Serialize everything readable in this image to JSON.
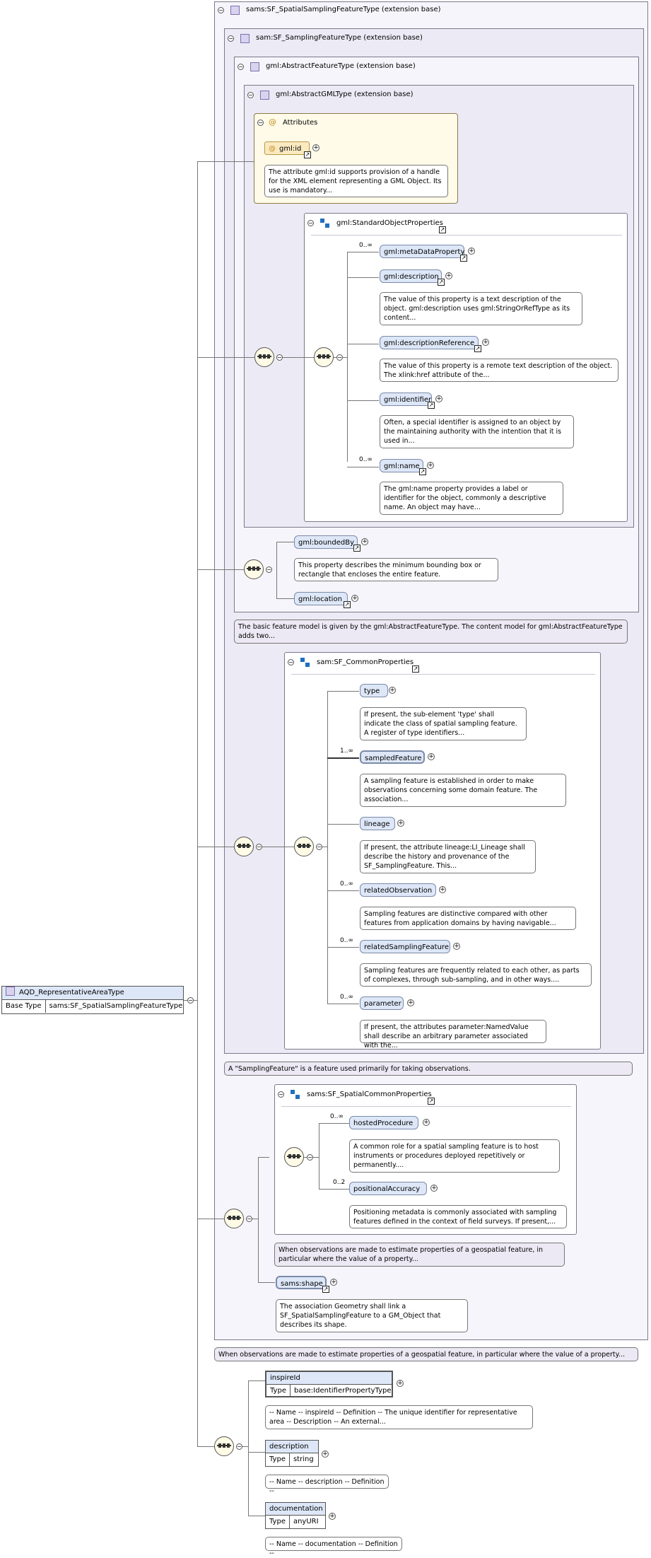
{
  "root": {
    "name": "AQD_RepresentativeAreaType",
    "base_label": "Base Type",
    "base_value": "sams:SF_SpatialSamplingFeatureType"
  },
  "boxes": {
    "spatial": "sams:SF_SpatialSamplingFeatureType (extension base)",
    "sampling": "sam:SF_SamplingFeatureType (extension base)",
    "abstract_feature": "gml:AbstractFeatureType (extension base)",
    "abstract_gml": "gml:AbstractGMLType (extension base)"
  },
  "attributes": {
    "title": "Attributes",
    "gml_id": "gml:id",
    "gml_id_doc": "The attribute gml:id supports provision of a handle for the XML element representing a GML Object. Its use is mandatory..."
  },
  "standard_object": {
    "title": "gml:StandardObjectProperties",
    "items": [
      {
        "occ": "0..∞",
        "name": "gml:metaDataProperty",
        "doc": ""
      },
      {
        "occ": "",
        "name": "gml:description",
        "doc": "The value of this property is a text description of the object. gml:description uses gml:StringOrRefType as its content..."
      },
      {
        "occ": "",
        "name": "gml:descriptionReference",
        "doc": "The value of this property is a remote text description of the object. The xlink:href attribute of the..."
      },
      {
        "occ": "",
        "name": "gml:identifier",
        "doc": "Often, a special identifier is assigned to an object by the maintaining authority with the intention that it is used in..."
      },
      {
        "occ": "0..∞",
        "name": "gml:name",
        "doc": "The gml:name property provides a label or identifier for the object, commonly a descriptive name. An object may have..."
      }
    ]
  },
  "abstract_feature_items": {
    "bounded_by": "gml:boundedBy",
    "bounded_by_doc": "This property describes the minimum bounding box or rectangle that encloses the entire feature.",
    "location": "gml:location",
    "feature_doc": "The basic feature model is given by the gml:AbstractFeatureType. The content model for gml:AbstractFeatureType adds two..."
  },
  "common": {
    "title": "sam:SF_CommonProperties",
    "items": [
      {
        "occ": "",
        "name": "type",
        "doc": "If present, the sub-element 'type' shall indicate the class of spatial sampling feature. A register of type identifiers..."
      },
      {
        "occ": "1..∞",
        "name": "sampledFeature",
        "doc": "A sampling feature is established in order to make observations concerning some domain feature. The association..."
      },
      {
        "occ": "",
        "name": "lineage",
        "doc": "If present, the attribute lineage:LI_Lineage shall describe the history and provenance of the SF_SamplingFeature. This..."
      },
      {
        "occ": "0..∞",
        "name": "relatedObservation",
        "doc": "Sampling features are distinctive compared with other features from application domains by having navigable..."
      },
      {
        "occ": "0..∞",
        "name": "relatedSamplingFeature",
        "doc": "Sampling features are frequently related to each other, as parts of complexes, through sub-sampling, and in other ways...."
      },
      {
        "occ": "0..∞",
        "name": "parameter",
        "doc": "If present, the attributes parameter:NamedValue shall describe an arbitrary parameter associated with the..."
      }
    ],
    "sampling_doc": "A \"SamplingFeature\" is a feature used primarily for taking observations."
  },
  "spatial_common": {
    "title": "sams:SF_SpatialCommonProperties",
    "items": [
      {
        "occ": "0..∞",
        "name": "hostedProcedure",
        "doc": "A common role for a spatial sampling feature is to host instruments or procedures deployed repetitively or permanently...."
      },
      {
        "occ": "0..2",
        "name": "positionalAccuracy",
        "doc": "Positioning metadata is commonly associated with sampling features defined in the context of field surveys. If present,..."
      }
    ],
    "group_doc": "When observations are made to estimate properties of a geospatial feature, in particular where the value of a property...",
    "shape": "sams:shape",
    "shape_doc": "The association Geometry shall link a SF_SpatialSamplingFeature to a GM_Object that describes its shape.",
    "spatial_doc": "When observations are made to estimate properties of a geospatial feature, in particular where the value of a property..."
  },
  "local": [
    {
      "name": "inspireId",
      "type_label": "Type",
      "type": "base:IdentifierPropertyType",
      "doc": "-- Name -- inspireId -- Definition -- The unique identifier for representative area -- Description -- An external..."
    },
    {
      "name": "description",
      "type_label": "Type",
      "type": "string",
      "doc": "-- Name -- description -- Definition --"
    },
    {
      "name": "documentation",
      "type_label": "Type",
      "type": "anyURI",
      "doc": "-- Name -- documentation -- Definition --"
    }
  ]
}
